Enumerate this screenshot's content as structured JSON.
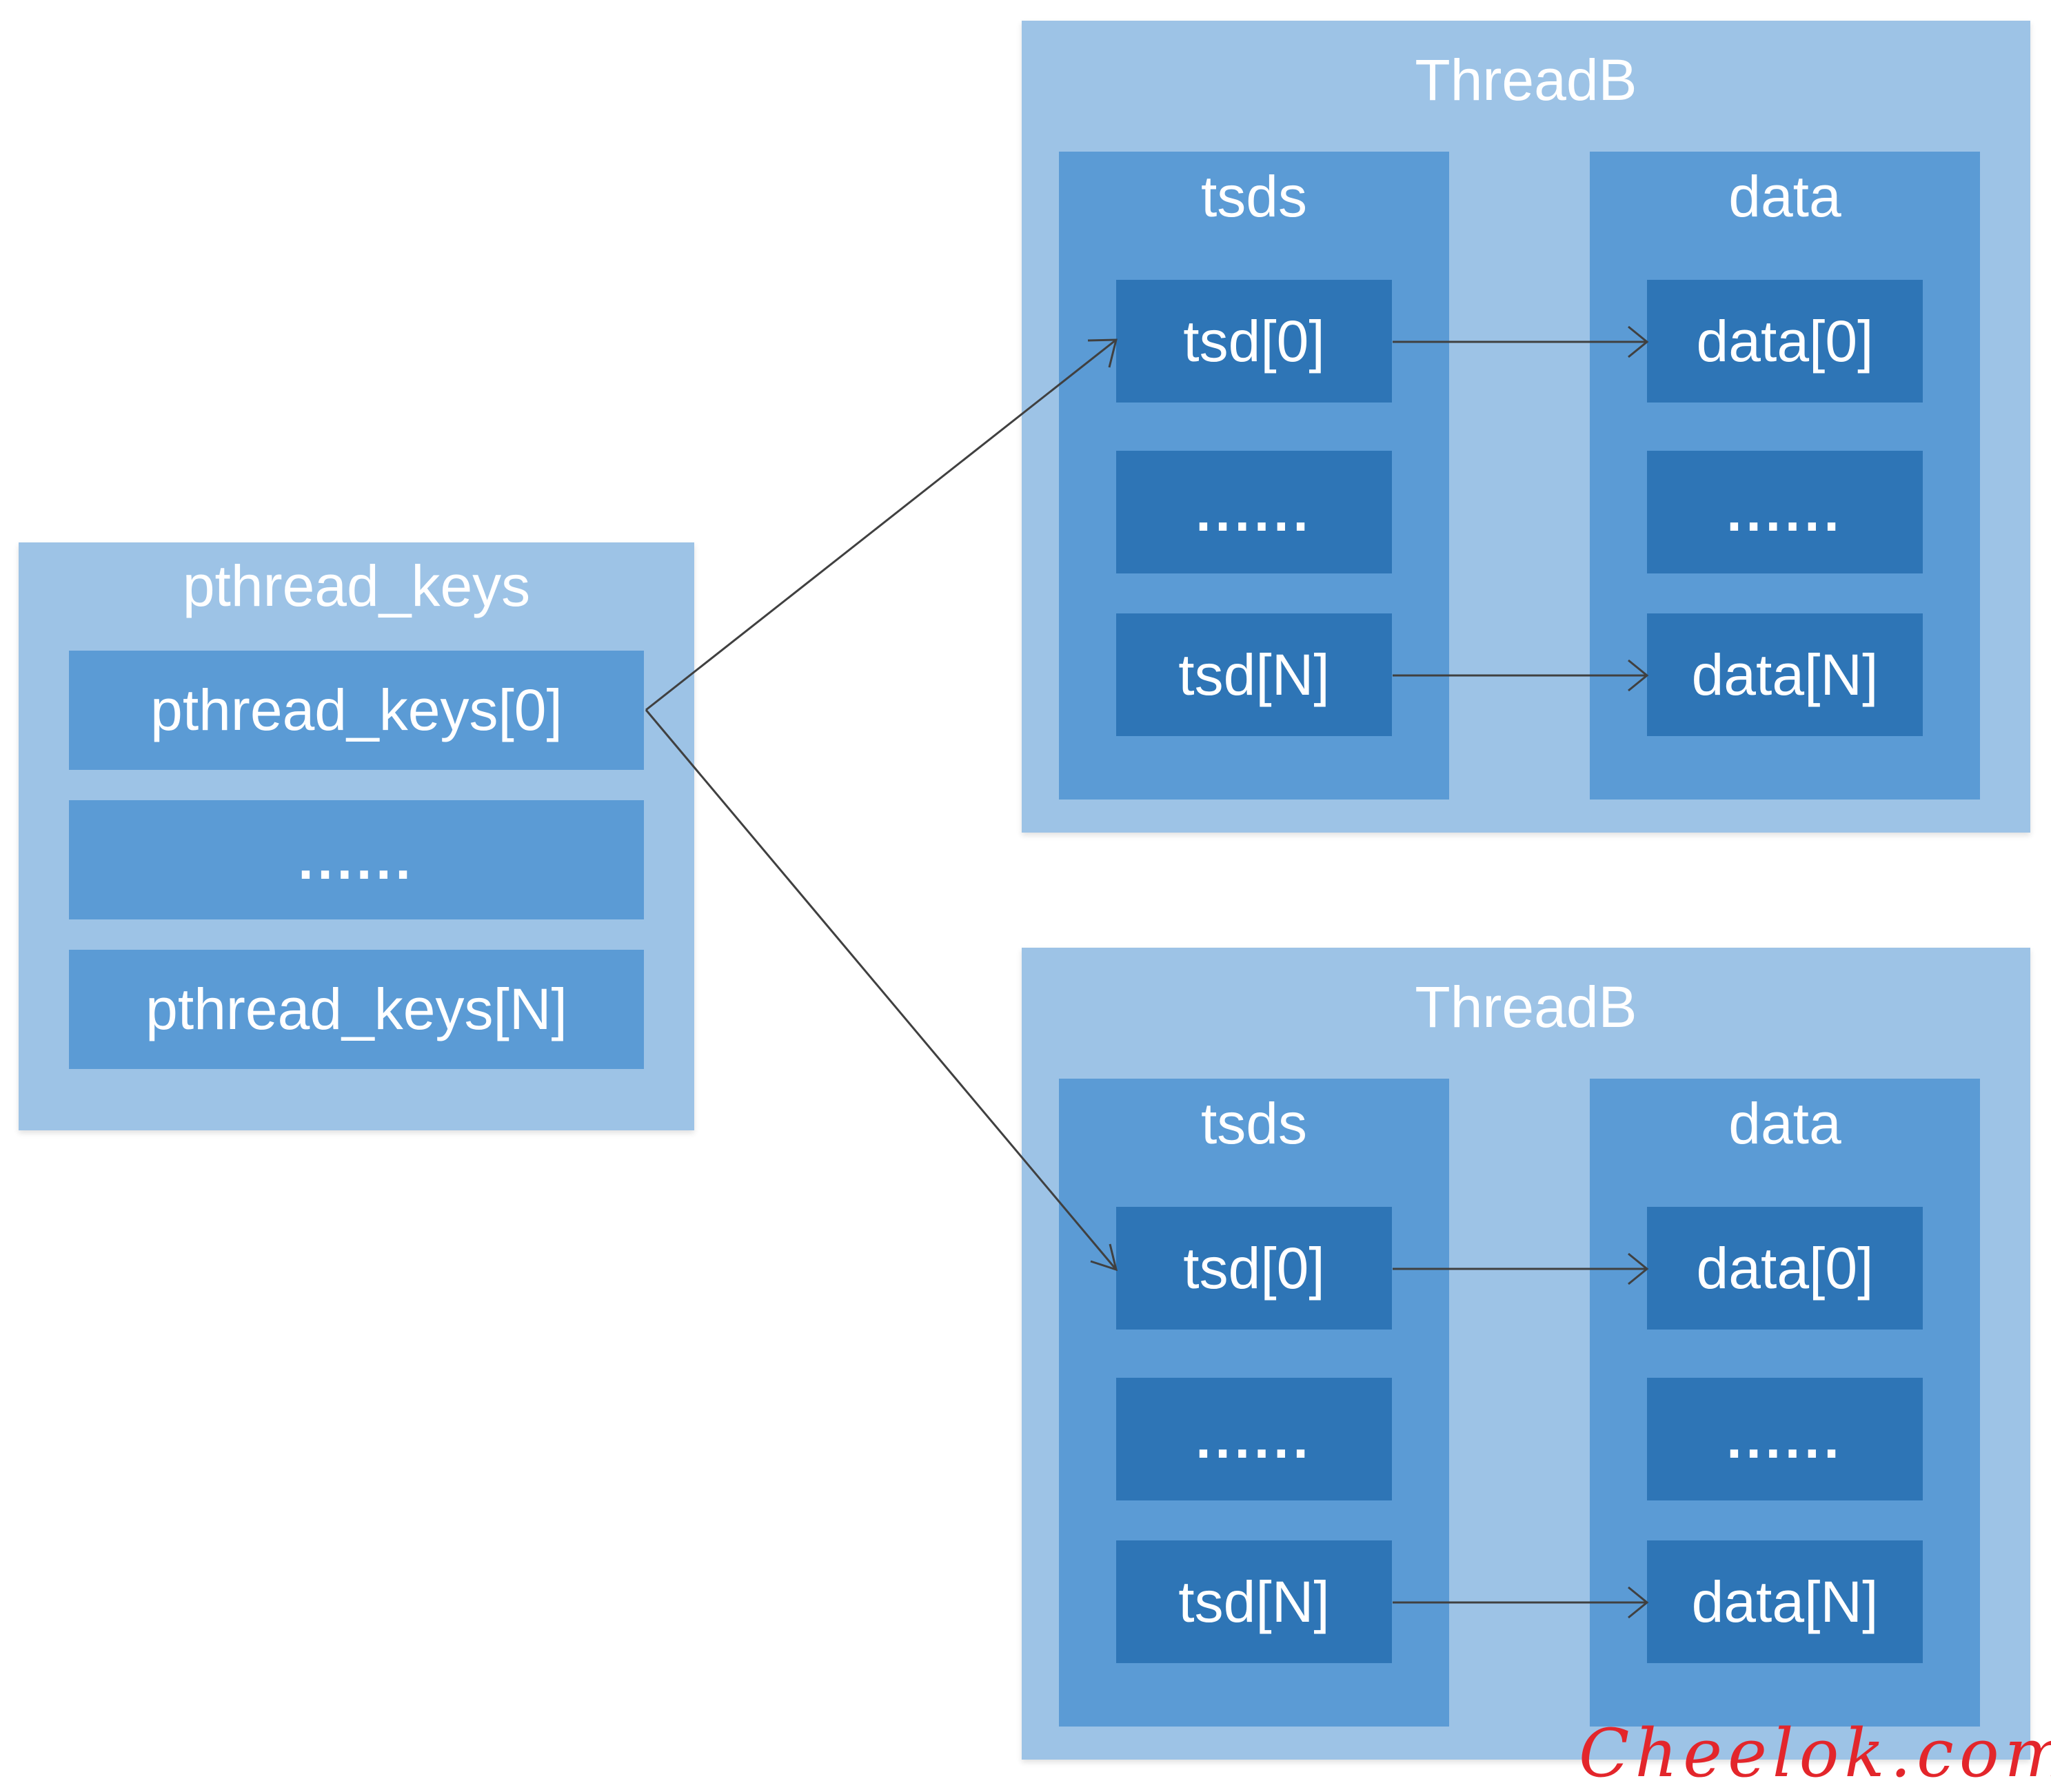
{
  "pthread_keys": {
    "title": "pthread_keys",
    "items": [
      "pthread_keys[0]",
      "......",
      "pthread_keys[N]"
    ]
  },
  "threads": [
    {
      "title": "ThreadB",
      "tsds": {
        "title": "tsds",
        "items": [
          "tsd[0]",
          "......",
          "tsd[N]"
        ]
      },
      "data": {
        "title": "data",
        "items": [
          "data[0]",
          "......",
          "data[N]"
        ]
      }
    },
    {
      "title": "ThreadB",
      "tsds": {
        "title": "tsds",
        "items": [
          "tsd[0]",
          "......",
          "tsd[N]"
        ]
      },
      "data": {
        "title": "data",
        "items": [
          "data[0]",
          "......",
          "data[N]"
        ]
      }
    }
  ],
  "watermark": "Cheelok.com",
  "colors": {
    "panel": "#9dc3e6",
    "column": "#5b9bd5",
    "cell": "#2e75b6",
    "text": "#ffffff",
    "arrow": "#404040",
    "watermark": "#e3262b"
  }
}
